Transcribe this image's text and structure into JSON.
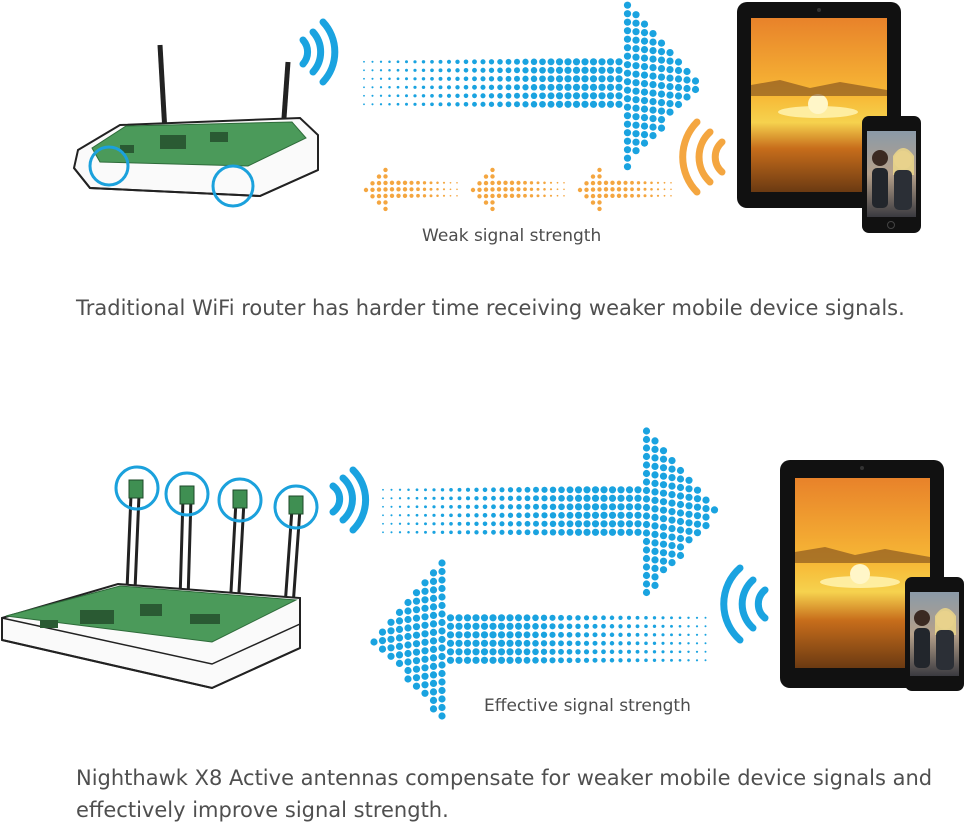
{
  "scene1": {
    "signal_label": "Weak signal strength",
    "caption": "Traditional WiFi router has harder time receiving weaker mobile device signals."
  },
  "scene2": {
    "signal_label": "Effective signal strength",
    "caption": "Nighthawk X8 Active antennas compensate for weaker mobile device signals and effectively improve signal strength."
  },
  "colors": {
    "strong_signal": "#1aa3e0",
    "weak_signal": "#f4a640",
    "highlight_ring": "#1ba1dc",
    "pcb": "#3f8f52",
    "device_frame": "#111111"
  }
}
